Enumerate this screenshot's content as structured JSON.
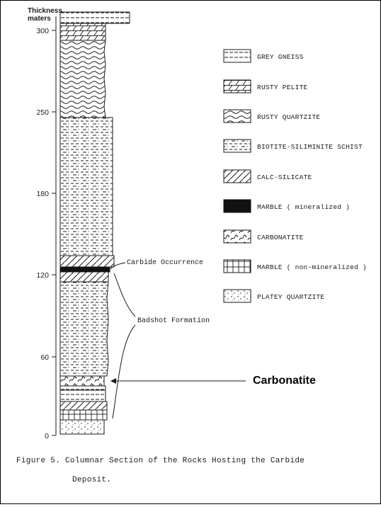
{
  "axis": {
    "title_line1": "Thickness",
    "title_line2": "maters",
    "ticks": [
      {
        "value": 300,
        "label": "300"
      },
      {
        "value": 250,
        "label": "250"
      },
      {
        "value": 180,
        "label": "180"
      },
      {
        "value": 120,
        "label": "120"
      },
      {
        "value": 60,
        "label": "60"
      },
      {
        "value": 0,
        "label": "0"
      }
    ]
  },
  "legend": [
    {
      "pattern": "grey-gneiss",
      "label": "GREY GNEISS"
    },
    {
      "pattern": "rusty-pelite",
      "label": "RUSTY PELITE"
    },
    {
      "pattern": "rusty-quartzite",
      "label": "RUSTY QUARTZITE"
    },
    {
      "pattern": "biotite-schist",
      "label": "BIOTITE-SILIMINITE SCHIST"
    },
    {
      "pattern": "calc-silicate",
      "label": "CALC-SILICATE"
    },
    {
      "pattern": "marble-mineralized",
      "label": "MARBLE ( mineralized )"
    },
    {
      "pattern": "carbonatite",
      "label": "CARBONATITE"
    },
    {
      "pattern": "marble-nonmineralized",
      "label": "MARBLE ( non-mineralized )"
    },
    {
      "pattern": "platey-quartzite",
      "label": "PLATEY QUARTZITE"
    }
  ],
  "annotations": {
    "carbide": "Carbide Occurrence",
    "badshot": "Badshot Formation",
    "carbonatite": "Carbonatite"
  },
  "caption": {
    "line1": "Figure 5.  Columnar Section of the Rocks Hosting the Carbide",
    "line2": "Deposit."
  },
  "colors": {
    "ink": "#1a1a1a",
    "background": "#ffffff"
  }
}
